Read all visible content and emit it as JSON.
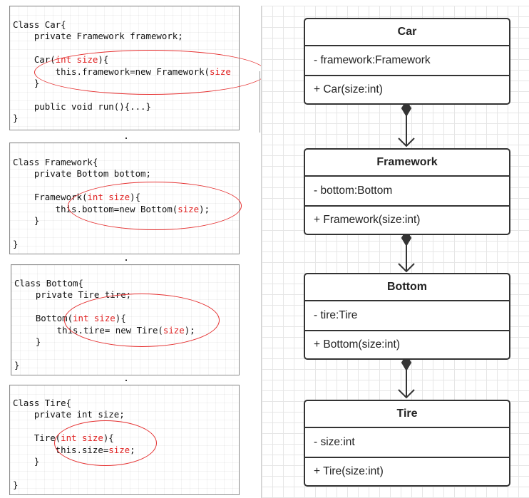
{
  "code_panels": [
    {
      "name": "car-code-panel",
      "lines": [
        [
          {
            "t": "Class Car{"
          }
        ],
        [
          {
            "t": "    private Framework framework;"
          }
        ],
        [
          {
            "t": ""
          }
        ],
        [
          {
            "t": "    Car("
          },
          {
            "t": "int size",
            "red": true
          },
          {
            "t": "){"
          }
        ],
        [
          {
            "t": "        this.framework=new Framework("
          },
          {
            "t": "size",
            "red": true
          }
        ],
        [
          {
            "t": "    }"
          }
        ],
        [
          {
            "t": ""
          }
        ],
        [
          {
            "t": "    public void run(){...}"
          }
        ],
        [
          {
            "t": "}"
          }
        ]
      ]
    },
    {
      "name": "framework-code-panel",
      "lines": [
        [
          {
            "t": "Class Framework{"
          }
        ],
        [
          {
            "t": "    private Bottom bottom;"
          }
        ],
        [
          {
            "t": ""
          }
        ],
        [
          {
            "t": "    Framework("
          },
          {
            "t": "int size",
            "red": true
          },
          {
            "t": "){"
          }
        ],
        [
          {
            "t": "        this.bottom=new Bottom("
          },
          {
            "t": "size",
            "red": true
          },
          {
            "t": ");"
          }
        ],
        [
          {
            "t": "    }"
          }
        ],
        [
          {
            "t": ""
          }
        ],
        [
          {
            "t": "}"
          }
        ]
      ]
    },
    {
      "name": "bottom-code-panel",
      "lines": [
        [
          {
            "t": "Class Bottom{"
          }
        ],
        [
          {
            "t": "    private Tire tire;"
          }
        ],
        [
          {
            "t": ""
          }
        ],
        [
          {
            "t": "    Bottom("
          },
          {
            "t": "int size",
            "red": true
          },
          {
            "t": "){"
          }
        ],
        [
          {
            "t": "        this.tire= new Tire("
          },
          {
            "t": "size",
            "red": true
          },
          {
            "t": ");"
          }
        ],
        [
          {
            "t": "    }"
          }
        ],
        [
          {
            "t": ""
          }
        ],
        [
          {
            "t": "}"
          }
        ]
      ]
    },
    {
      "name": "tire-code-panel",
      "lines": [
        [
          {
            "t": "Class Tire{"
          }
        ],
        [
          {
            "t": "    private int size;"
          }
        ],
        [
          {
            "t": ""
          }
        ],
        [
          {
            "t": "    Tire("
          },
          {
            "t": "int size",
            "red": true
          },
          {
            "t": "){"
          }
        ],
        [
          {
            "t": "        this.size="
          },
          {
            "t": "size",
            "red": true
          },
          {
            "t": ";"
          }
        ],
        [
          {
            "t": "    }"
          }
        ],
        [
          {
            "t": ""
          }
        ],
        [
          {
            "t": "}"
          }
        ]
      ]
    }
  ],
  "uml_classes": [
    {
      "name": "Car",
      "attribute": "- framework:Framework",
      "operation": "+ Car(size:int)"
    },
    {
      "name": "Framework",
      "attribute": "- bottom:Bottom",
      "operation": "+ Framework(size:int)"
    },
    {
      "name": "Bottom",
      "attribute": "- tire:Tire",
      "operation": "+ Bottom(size:int)"
    },
    {
      "name": "Tire",
      "attribute": "- size:int",
      "operation": "+ Tire(size:int)"
    }
  ],
  "colors": {
    "keyword_red": "#e02020",
    "ellipse_red": "#e53030",
    "uml_border": "#333333"
  }
}
